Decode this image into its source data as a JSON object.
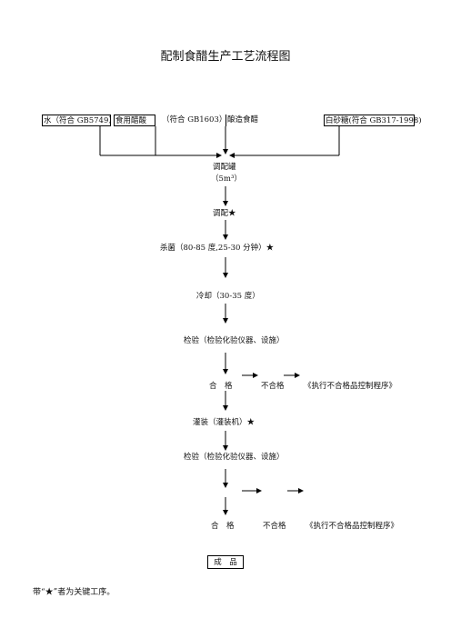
{
  "title": "配制食醋生产工艺流程图",
  "inputs": {
    "water": "水（符合 GB5749）",
    "acetic": "食用醋酸",
    "gb1603": "（符合 GB1603）",
    "brewed": "酿造食醋",
    "sugar": "白砂糖(符合 GB317-1998)"
  },
  "steps": {
    "tank_name": "调配罐",
    "tank_vol": "（5m³）",
    "mix": "调配★",
    "sterilize": "杀菌（80-85 度,25-30 分钟）★",
    "cool": "冷却（30-35 度）",
    "inspect1": "检验（检验化验仪器、设施）",
    "fill": "灌装（灌装机）★",
    "inspect2": "检验（检验化验仪器、设施）"
  },
  "result1": {
    "pass": "合　格",
    "fail": "不合格",
    "procedure": "《执行不合格品控制程序》"
  },
  "result2": {
    "pass": "合　格",
    "fail": "不合格",
    "procedure": "《执行不合格品控制程序》"
  },
  "final": "成　品",
  "note": "带“★”者为关键工序。"
}
